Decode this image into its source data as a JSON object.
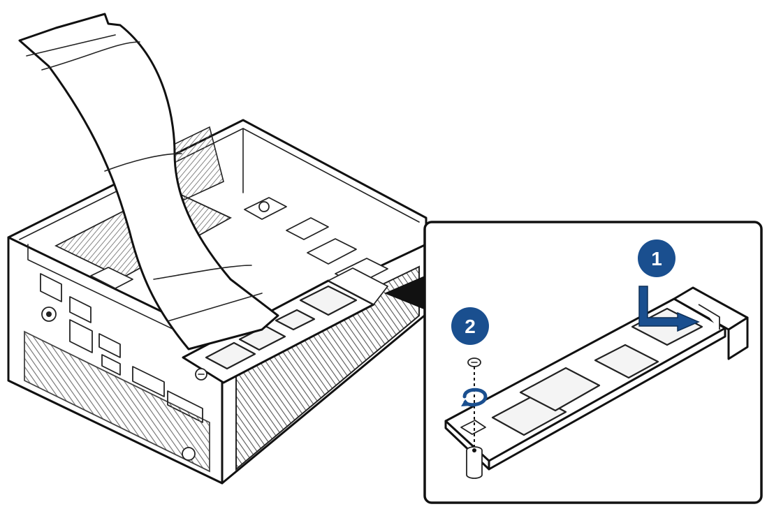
{
  "diagram": {
    "steps": [
      {
        "number": "1",
        "color": "#1a4f8f"
      },
      {
        "number": "2",
        "color": "#1a4f8f"
      }
    ],
    "colors": {
      "line": "#111111",
      "accent": "#1a4f8f",
      "background": "#ffffff"
    },
    "icons": [
      "mini-pc-chassis",
      "ribbon-cable",
      "m2-ssd-module",
      "screw",
      "standoff",
      "insert-arrow",
      "rotate-arrow",
      "callout-pointer"
    ]
  }
}
